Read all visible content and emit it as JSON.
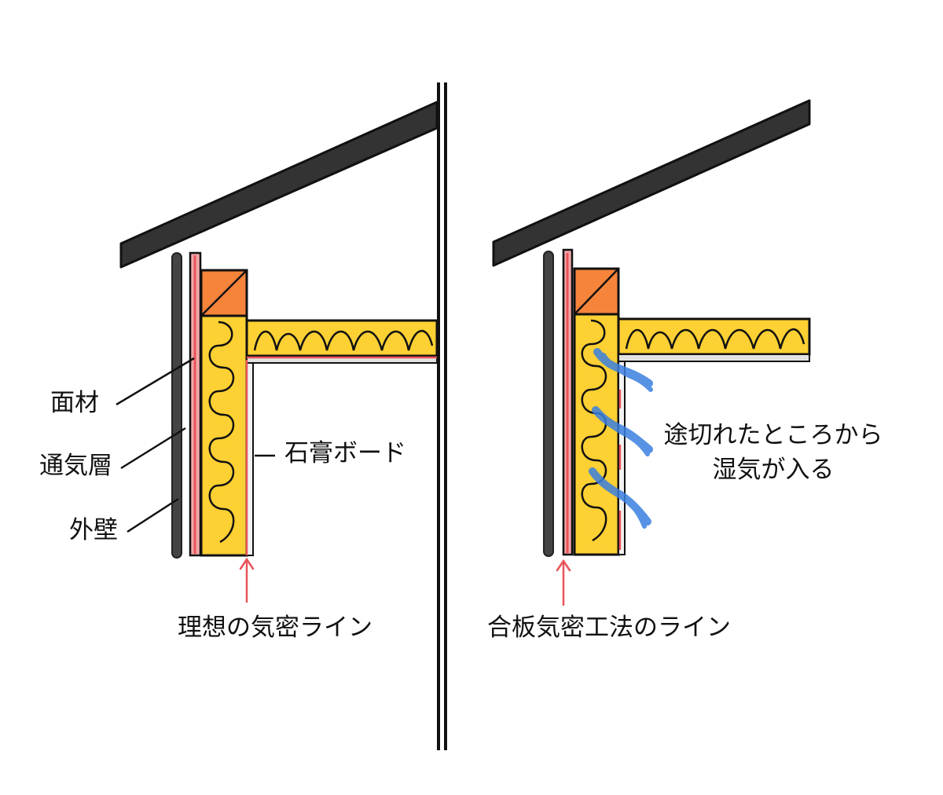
{
  "left_panel": {
    "labels": {
      "facing_material": "面材",
      "ventilation_layer": "通気層",
      "exterior_wall": "外壁",
      "gypsum_board": "石膏ボード",
      "ideal_airtight_line": "理想の気密ライン"
    }
  },
  "right_panel": {
    "labels": {
      "plywood_airtight_line": "合板気密工法のライン",
      "moisture_note_line1": "途切れたところから",
      "moisture_note_line2": "湿気が入る"
    }
  },
  "colors": {
    "insulation": "#fdd033",
    "timber": "#f6843a",
    "airtight_line": "#e8545a",
    "moisture": "#3a7fe0",
    "roof": "#333333",
    "outline": "#111111"
  }
}
